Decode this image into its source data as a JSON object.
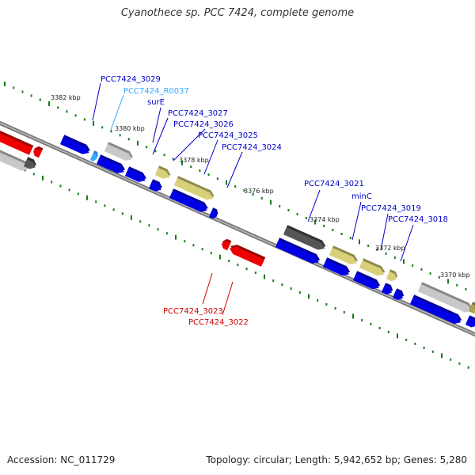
{
  "title": "Cyanothece sp. PCC 7424, complete genome",
  "footer": {
    "accession": "Accession: NC_011729",
    "stats": "Topology: circular; Length: 5,942,652 bp; Genes: 5,280"
  },
  "colors": {
    "forward_gene": "#0000e6",
    "reverse_gene": "#ee0000",
    "rna": "#33aaff",
    "pseudo_tan": "#d8d079",
    "pseudo_light": "#c8c8c8",
    "pseudo_dark": "#555555",
    "tick": "#1a7a1a",
    "backbone": "#777777"
  },
  "kbp_labels": [
    "3382 kbp",
    "3380 kbp",
    "3378 kbp",
    "3376 kbp",
    "3374 kbp",
    "3372 kbp",
    "3370 kbp"
  ],
  "genes": [
    {
      "name": "PCC7424_3029",
      "strand": "forward",
      "color_key": "forward_gene"
    },
    {
      "name": "PCC7424_R0037",
      "strand": "forward",
      "color_key": "rna"
    },
    {
      "name": "surE",
      "strand": "forward",
      "color_key": "forward_gene"
    },
    {
      "name": "PCC7424_3027",
      "strand": "forward",
      "color_key": "forward_gene"
    },
    {
      "name": "PCC7424_3026",
      "strand": "forward",
      "color_key": "forward_gene"
    },
    {
      "name": "PCC7424_3025",
      "strand": "forward",
      "color_key": "forward_gene"
    },
    {
      "name": "PCC7424_3024",
      "strand": "forward",
      "color_key": "forward_gene"
    },
    {
      "name": "PCC7424_3023",
      "strand": "reverse",
      "color_key": "reverse_gene"
    },
    {
      "name": "PCC7424_3022",
      "strand": "reverse",
      "color_key": "reverse_gene"
    },
    {
      "name": "PCC7424_3021",
      "strand": "forward",
      "color_key": "forward_gene"
    },
    {
      "name": "minC",
      "strand": "forward",
      "color_key": "forward_gene"
    },
    {
      "name": "PCC7424_3019",
      "strand": "forward",
      "color_key": "forward_gene"
    },
    {
      "name": "PCC7424_3018",
      "strand": "forward",
      "color_key": "forward_gene"
    }
  ]
}
